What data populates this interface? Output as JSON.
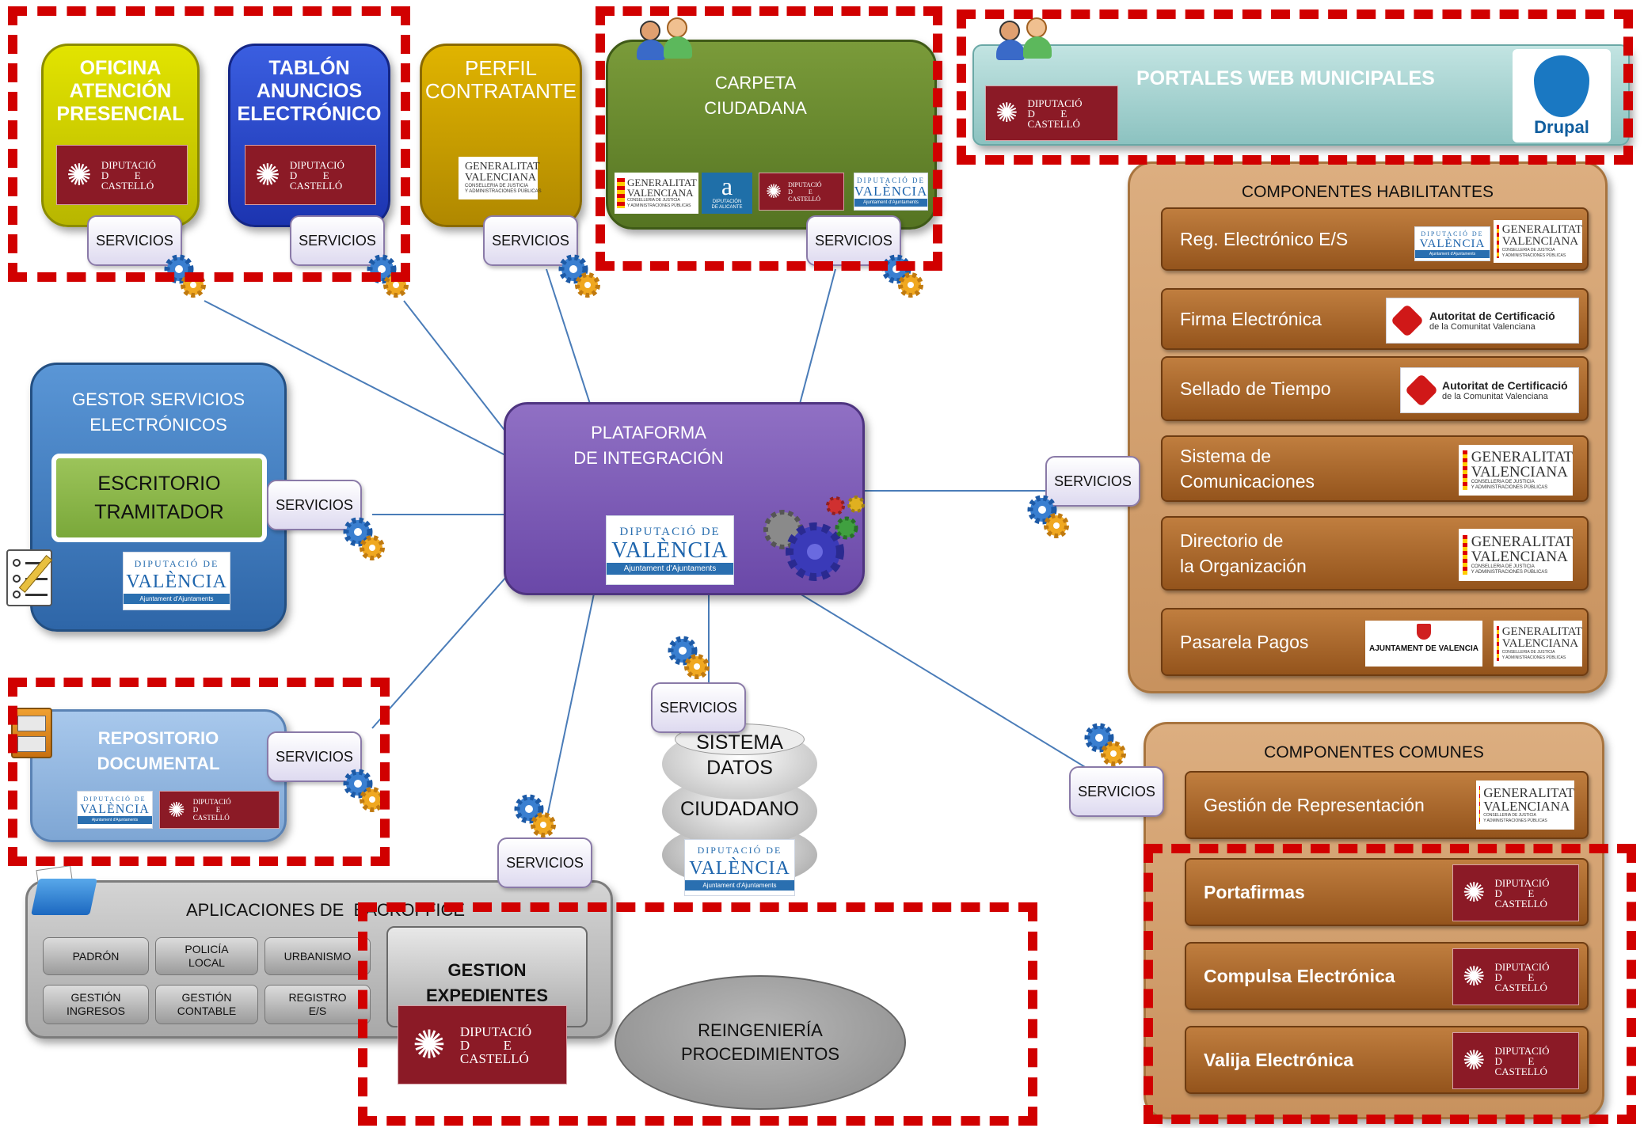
{
  "colors": {
    "red_dashed": "#d10000",
    "oficina": "#c8c800",
    "tablon": "#2440c8",
    "perfil": "#c8a000",
    "carpeta": "#6a8a2e",
    "portales": "#a8d4d2",
    "componentes": "#d1a070",
    "gestor": "#4a86c6",
    "plataforma": "#7d5ab3",
    "repositorio": "#8eb4dd",
    "aplicaciones": "#b8b8b8",
    "diputacio_red": "#8b1a26"
  },
  "icons": [
    "gears-icon",
    "people-icon",
    "checklist-icon",
    "folder-icon",
    "filing-cabinet-icon",
    "database-icon",
    "drupal-icon",
    "gear-cluster-icon"
  ],
  "servicios_label": "SERVICIOS",
  "logos": {
    "diputacio_castello": "DIPUTACIÓ\nD          E\nCASTELLÓ",
    "diputacio_valencia_top": "DIPUTACIÓ DE",
    "diputacio_valencia_main": "VALÈNCIA",
    "diputacio_valencia_sub": "Ajuntament d'Ajuntaments",
    "generalitat_main": "GENERALITAT\nVALENCIANA",
    "generalitat_sub": "CONSELLERIA DE JUSTICIA\nY ADMINISTRACIONES PÚBLICAS",
    "accv_main": "Autoritat de Certificació",
    "accv_sub": "de la Comunitat Valenciana",
    "alicante": "DIPUTACIÓN\nDE ALICANTE",
    "ajuntament_valencia": "AJUNTAMENT DE VALENCIA",
    "drupal": "Drupal"
  },
  "top": {
    "oficina": "OFICINA\nATENCIÓN\nPRESENCIAL",
    "tablon": "TABLÓN\nANUNCIOS\nELECTRÓNICO",
    "perfil": "PERFIL\nCONTRATANTE",
    "carpeta": "CARPETA\nCIUDADANA",
    "portales": "PORTALES WEB MUNICIPALES"
  },
  "gestor": {
    "title": "GESTOR  SERVICIOS\nELECTRÓNICOS",
    "escritorio": "ESCRITORIO\nTRAMITADOR"
  },
  "plataforma": "PLATAFORMA\nDE INTEGRACIÓN",
  "repositorio": "REPOSITORIO\nDOCUMENTAL",
  "sistema": {
    "line1": "SISTEMA",
    "line2": "DATOS",
    "line3": "CIUDADANO"
  },
  "aplicaciones": {
    "title": "APLICACIONES DE  BACKOFFICE",
    "items": [
      "PADRÓN",
      "POLICÍA\nLOCAL",
      "URBANISMO",
      "GESTIÓN\nINGRESOS",
      "GESTIÓN\nCONTABLE",
      "REGISTRO\nE/S"
    ],
    "gestion": "GESTION\nEXPEDIENTES"
  },
  "reingenieria": "REINGENIERÍA\nPROCEDIMIENTOS",
  "habilitantes": {
    "title": "COMPONENTES HABILITANTES",
    "items": [
      "Reg. Electrónico E/S",
      "Firma Electrónica",
      "Sellado de Tiempo",
      "Sistema de\nComunicaciones",
      "Directorio de\nla Organización",
      "Pasarela  Pagos"
    ]
  },
  "comunes": {
    "title": "COMPONENTES COMUNES",
    "items": [
      "Gestión de Representación",
      "Portafirmas",
      "Compulsa Electrónica",
      "Valija Electrónica"
    ]
  }
}
